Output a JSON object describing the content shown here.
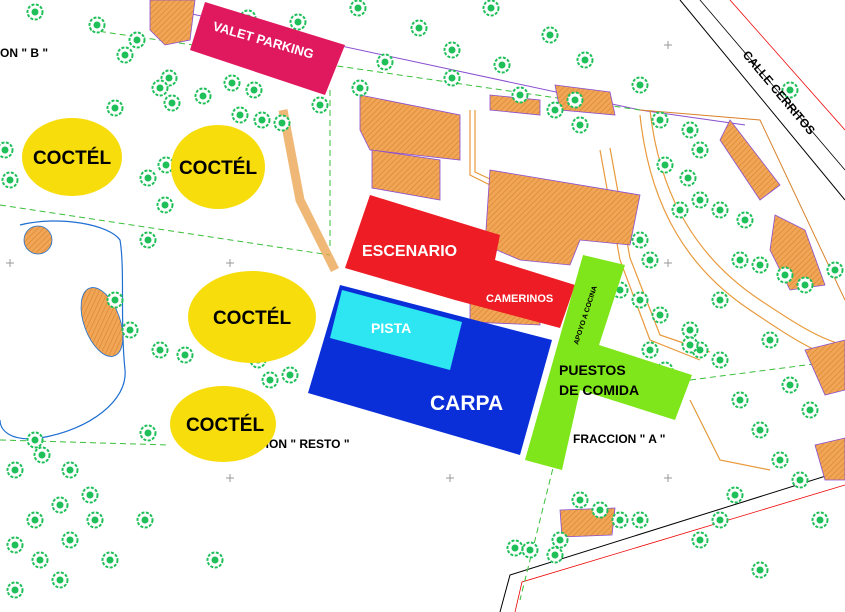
{
  "map": {
    "zones": {
      "valet": "VALET PARKING",
      "escenario": "ESCENARIO",
      "camerinos": "CAMERINOS",
      "pista": "PISTA",
      "carpa": "CARPA",
      "apoyo": "APOYO A COCINA",
      "puestos_line1": "PUESTOS",
      "puestos_line2": "DE COMIDA"
    },
    "coctel_label": "COCTÉL",
    "cad_labels": {
      "fraccion_b": "ON \" B \"",
      "fraccion_resto": "CION \" RESTO \"",
      "fraccion_a": "FRACCION \" A \"",
      "calle": "CALLE CERRITOS"
    },
    "colors": {
      "valet": "#e0195f",
      "escenario": "#ee1c24",
      "pista": "#2ee6f2",
      "carpa": "#0a2fd9",
      "food": "#7ee61a",
      "coctel": "#f7dd0c",
      "building": "#f0a656",
      "tree": "#1fbf5a"
    }
  }
}
